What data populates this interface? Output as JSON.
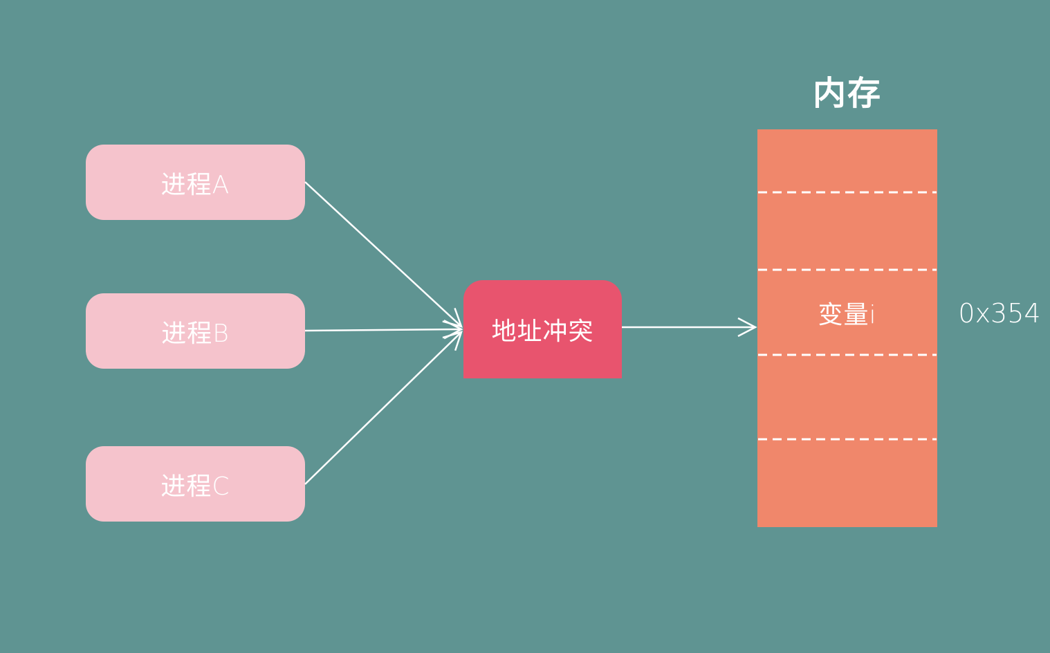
{
  "diagram": {
    "processes": [
      {
        "label": "进程A"
      },
      {
        "label": "进程B"
      },
      {
        "label": "进程C"
      }
    ],
    "conflict": {
      "label": "地址冲突"
    },
    "memory": {
      "title": "内存",
      "variable_label": "变量i",
      "address_label": "0x354",
      "divider_count": 4
    },
    "colors": {
      "background": "#5f9492",
      "process_box": "#f5c3cc",
      "conflict_box": "#e8546e",
      "memory_column": "#f0876b",
      "text": "#ffffff",
      "arrow": "#ffffff"
    }
  }
}
